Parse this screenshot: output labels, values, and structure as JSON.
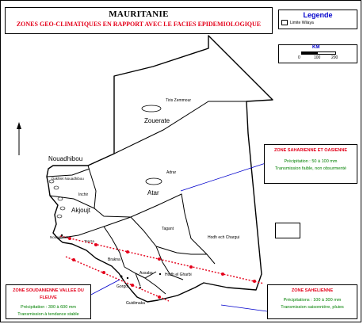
{
  "title": "MAURITANIE",
  "subtitle": "ZONES GEO-CLIMATIQUES EN RAPPORT AVEC LE FACIES EPIDEMIOLOGIQUE",
  "legend": {
    "title": "Legende",
    "item": "Limite Wilaya"
  },
  "scale": {
    "title": "KM",
    "ticks": [
      "0",
      "100",
      "200"
    ]
  },
  "place_labels": {
    "tiris_zemmour": "Tiris Zemmour",
    "zouerate": "Zouerate",
    "nouadhibou": "Nouadhibou",
    "dakhlet_nouadhibou": "Dakhlet Nouadhibou",
    "inchiri": "Inchir",
    "akjoujt": "Akjoujt",
    "adrar": "Adrar",
    "atar": "Atar",
    "tagant": "Tagant",
    "hodh_ech_chargui": "Hodh ech Chargui",
    "nouakchott": "Nouakchott",
    "trarza": "Trarza",
    "brakna": "Brakna",
    "assaba": "Assaba",
    "hodh_el_gharbi": "Hodh el Gharbi",
    "gorgol": "Gorgol",
    "guidimaka": "Guidimaka"
  },
  "zones": {
    "saharienne": {
      "title": "ZONE SAHARIENNE ET OASIENNE",
      "line1": "Précipitation : 50 à 100 mm",
      "line2": "Transmission faible, non obsurmenté"
    },
    "soudanienne": {
      "title": "ZONE SOUDANIENNE  VALLEE DU FLEUVE",
      "line1": "Précipitation : 300 à 600 mm",
      "line2": "Transmission à tendance stable"
    },
    "sahelienne": {
      "title": "ZONE SAHELIENNE",
      "line1": "Précipitations : 100 à 300 mm",
      "line2": "Transmission saisonnière, pluies"
    }
  },
  "colors": {
    "zone_line": "#e4001a",
    "pointer": "#0000cc",
    "title_red": "#e4001a",
    "text_green": "#008000"
  }
}
